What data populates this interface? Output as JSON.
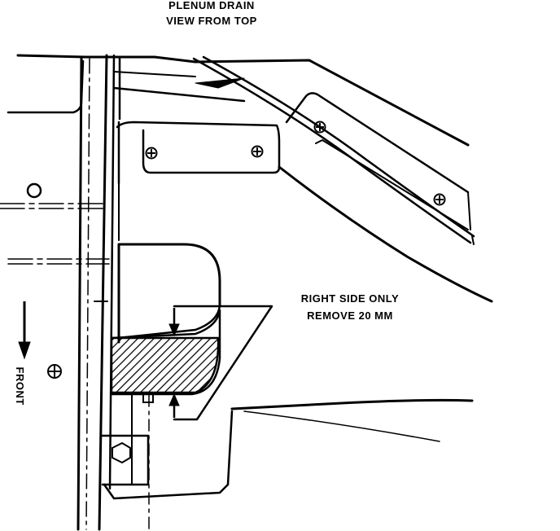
{
  "diagram": {
    "title_line_1": "PLENUM DRAIN",
    "title_line_2": "VIEW FROM TOP",
    "note_line_1": "RIGHT SIDE ONLY",
    "note_line_2": "REMOVE 20 MM",
    "direction_label": "FRONT",
    "colors": {
      "ink": "#000000",
      "paper": "#ffffff"
    }
  }
}
